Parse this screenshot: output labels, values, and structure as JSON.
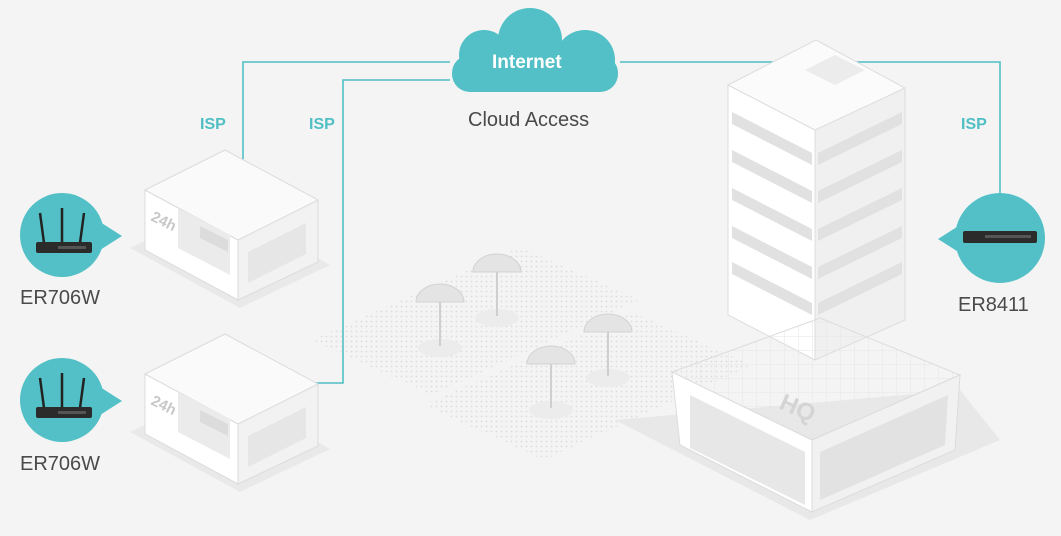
{
  "cloud": {
    "label": "Internet",
    "caption": "Cloud Access"
  },
  "links": {
    "isp_left_1": "ISP",
    "isp_left_2": "ISP",
    "isp_right": "ISP"
  },
  "routers": {
    "top_left": "ER706W",
    "bottom_left": "ER706W",
    "right": "ER8411"
  },
  "building": {
    "sign": "HQ"
  },
  "stores": {
    "sign": "24h"
  },
  "colors": {
    "accent": "#4fbfc4",
    "background": "#f4f4f4",
    "building": "#ffffff"
  }
}
